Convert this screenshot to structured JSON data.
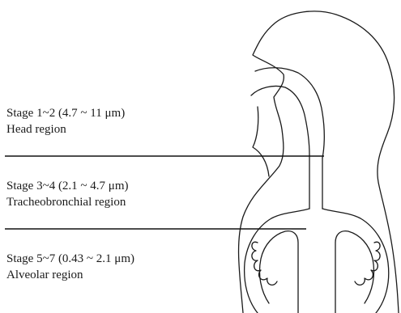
{
  "regions": [
    {
      "stage": "Stage 1~2 (4.7 ~ 11 μm)",
      "region": "Head region"
    },
    {
      "stage": "Stage 3~4 (2.1 ~ 4.7 μm)",
      "region": "Tracheobronchial region"
    },
    {
      "stage": "Stage 5~7 (0.43 ~ 2.1 μm)",
      "region": "Alveolar region"
    }
  ]
}
